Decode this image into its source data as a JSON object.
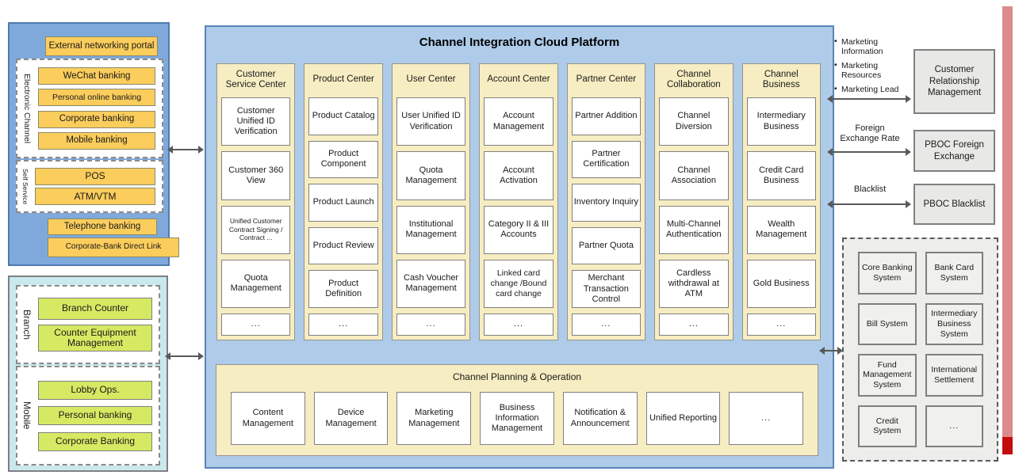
{
  "platform": {
    "title": "Channel Integration Cloud Platform",
    "columns": [
      {
        "header": "Customer Service Center",
        "items": [
          "Customer Unified ID Verification",
          "Customer 360 View",
          "Unified Customer Contract Signing /  Contract ...",
          "Quota Management",
          "..."
        ]
      },
      {
        "header": "Product Center",
        "items": [
          "Product Catalog",
          "Product Component",
          "Product Launch",
          "Product Review",
          "Product Definition",
          "..."
        ]
      },
      {
        "header": "User Center",
        "items": [
          "User Unified ID Verification",
          "Quota Management",
          "Institutional Management",
          "Cash Voucher Management",
          "..."
        ]
      },
      {
        "header": "Account Center",
        "items": [
          "Account Management",
          "Account Activation",
          "Category II & III Accounts",
          "Linked card change /Bound card change",
          "..."
        ]
      },
      {
        "header": "Partner Center",
        "items": [
          "Partner Addition",
          "Partner Certification",
          "Inventory Inquiry",
          "Partner Quota",
          "Merchant Transaction Control",
          "..."
        ]
      },
      {
        "header": "Channel Collaboration",
        "items": [
          "Channel Diversion",
          "Channel Association",
          "Multi-Channel Authentication",
          "Cardless withdrawal at ATM",
          "..."
        ]
      },
      {
        "header": "Channel Business",
        "items": [
          "Intermediary Business",
          "Credit Card Business",
          "Wealth Management",
          "Gold Business",
          "..."
        ]
      }
    ],
    "planning": {
      "title": "Channel Planning & Operation",
      "items": [
        "Content Management",
        "Device Management",
        "Marketing Management",
        "Business Information Management",
        "Notification & Announcement",
        "Unified Reporting",
        "..."
      ]
    }
  },
  "electronic": {
    "portal": "External networking portal",
    "group1_label": "Electronic Channel",
    "group1_items": [
      "WeChat banking",
      "Personal online banking",
      "Corporate banking",
      "Mobile banking"
    ],
    "group2_label": "Self Service",
    "group2_items": [
      "POS",
      "ATM/VTM"
    ],
    "footer_items": [
      "Telephone banking",
      "Corporate-Bank Direct Link"
    ]
  },
  "physical": {
    "group1_label": "Branch",
    "group1_items": [
      "Branch Counter",
      "Counter Equipment Management"
    ],
    "group2_label": "Mobile",
    "group2_items": [
      "Lobby Ops.",
      "Personal banking",
      "Corporate Banking"
    ]
  },
  "right": {
    "bullets": [
      "Marketing Information",
      "Marketing Resources",
      "Marketing Lead"
    ],
    "crm_box": "Customer Relationship Management",
    "fx_label": "Foreign Exchange Rate",
    "fx_box": "PBOC Foreign Exchange",
    "blacklist_label": "Blacklist",
    "blacklist_box": "PBOC Blacklist",
    "systems": [
      "Core Banking System",
      "Bank Card System",
      "Bill System",
      "Intermediary Business System",
      "Fund Management System",
      "International Settlement",
      "Credit System",
      "..."
    ]
  },
  "colors": {
    "platform_fill": "#aecbe9",
    "electronic_panel": "#7fa9db",
    "pale_yellow": "#f7edc2",
    "yellow_button": "#fbcd5c",
    "cyan_panel": "#c9e9ed",
    "green_button": "#d6e962",
    "gray_box": "#e8e8e6",
    "red_bar": "#dc8a8b",
    "red_square": "#c30d0d",
    "arrow": "#595959"
  }
}
